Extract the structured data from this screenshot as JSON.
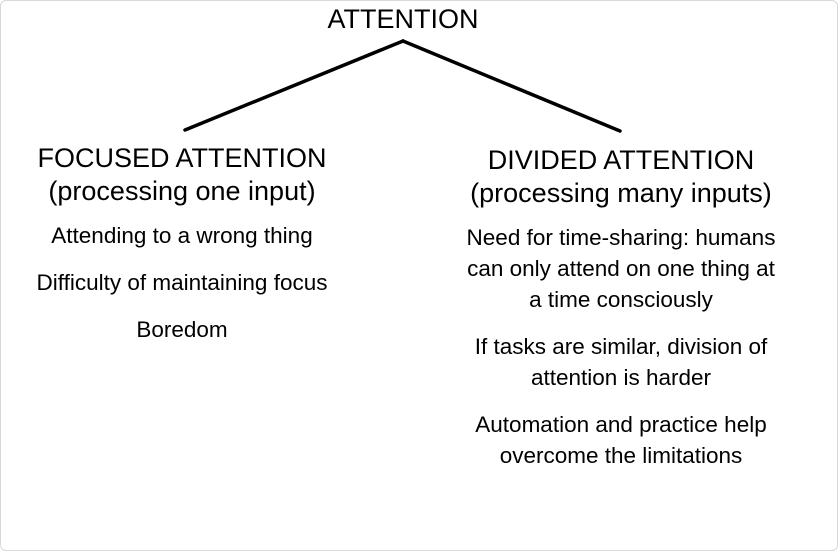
{
  "title": "ATTENTION",
  "branches": [
    {
      "heading": "FOCUSED ATTENTION",
      "subheading": "(processing one input)",
      "items": [
        "Attending to a wrong thing",
        "Difficulty of maintaining focus",
        "Boredom"
      ]
    },
    {
      "heading": "DIVIDED ATTENTION",
      "subheading": "(processing many inputs)",
      "items": [
        "Need for time-sharing: humans can only attend on one thing at a time consciously",
        "If tasks are similar, division of attention is harder",
        "Automation and practice help overcome the limitations"
      ]
    }
  ],
  "colors": {
    "line": "#000000",
    "text": "#000000",
    "frame": "#d9d9d9"
  }
}
